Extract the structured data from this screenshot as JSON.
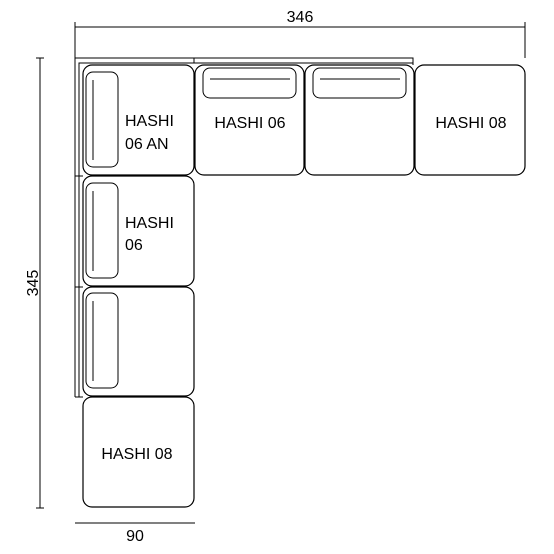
{
  "dimensions": {
    "width": "346",
    "height": "345",
    "depth": "90"
  },
  "modules": {
    "corner_label": [
      "HASHI",
      "06 AN"
    ],
    "side_left_label": [
      "HASHI",
      "06"
    ],
    "side_bottom_label": "HASHI 08",
    "top_middle_label": "HASHI 06",
    "top_right_label": "HASHI 08"
  }
}
